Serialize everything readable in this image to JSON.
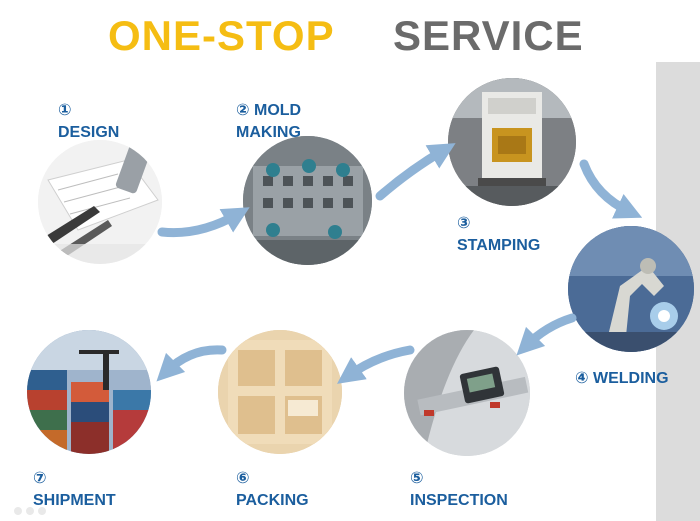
{
  "header": {
    "word1": "ONE-STOP",
    "word2": "SERVICE"
  },
  "colors": {
    "accent": "#f5bd13",
    "title_gray": "#6b6b6b",
    "step_blue": "#1b5e9e",
    "arrow": "#8fb3d6"
  },
  "steps": [
    {
      "num": "①",
      "line1": "",
      "line2": "DESIGN"
    },
    {
      "num": "②",
      "line1": "MOLD",
      "line2": "MAKING"
    },
    {
      "num": "③",
      "line1": "",
      "line2": "STAMPING"
    },
    {
      "num": "④",
      "line1": "WELDING",
      "line2": ""
    },
    {
      "num": "⑤",
      "line1": "",
      "line2": "INSPECTION"
    },
    {
      "num": "⑥",
      "line1": "",
      "line2": "PACKING"
    },
    {
      "num": "⑦",
      "line1": "",
      "line2": "SHIPMENT"
    }
  ],
  "icons": [
    "design-photo",
    "mold-photo",
    "stamping-press-photo",
    "welding-robot-photo",
    "caliper-inspection-photo",
    "wooden-crate-photo",
    "shipping-containers-photo",
    "flow-arrow-icon"
  ]
}
